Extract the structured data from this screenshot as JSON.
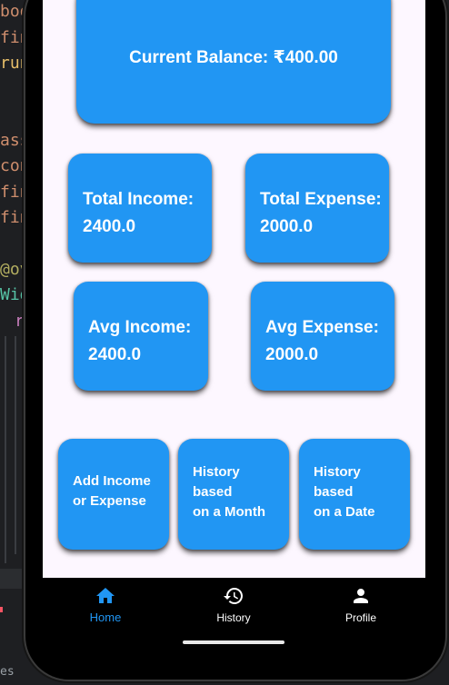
{
  "editor": {
    "lines": [
      {
        "text": "boo",
        "color": "#cf8e6d"
      },
      {
        "text": "fin",
        "color": "#cf8e6d"
      },
      {
        "text": "run",
        "color": "#e8bf6a"
      },
      {
        "text": "ass",
        "color": "#cf8e6d"
      },
      {
        "text": "con",
        "color": "#cf8e6d"
      },
      {
        "text": "fin",
        "color": "#cf8e6d"
      },
      {
        "text": "fin",
        "color": "#cf8e6d"
      },
      {
        "text": "@ov",
        "color": "#b3ae60"
      },
      {
        "text": "Wid",
        "color": "#56c2a5"
      },
      {
        "text": "r",
        "color": "#c77dbb"
      },
      {
        "text": ")",
        "color": "#56a8f5"
      }
    ],
    "bottom_text": "es"
  },
  "balance": {
    "text": "Current Balance: ₹400.00"
  },
  "stats": [
    {
      "label": "Total Income:",
      "value": "2400.0"
    },
    {
      "label": "Total Expense:",
      "value": "2000.0"
    },
    {
      "label": "Avg Income:",
      "value": "2400.0"
    },
    {
      "label": "Avg Expense:",
      "value": "2000.0"
    }
  ],
  "actions": [
    {
      "line1": "Add Income",
      "line2": "or Expense",
      "line3": ""
    },
    {
      "line1": "History",
      "line2": "based",
      "line3": "on a Month"
    },
    {
      "line1": "History",
      "line2": "based",
      "line3": "on a Date"
    }
  ],
  "nav": {
    "items": [
      {
        "label": "Home",
        "icon": "home-icon",
        "active": true
      },
      {
        "label": "History",
        "icon": "history-icon",
        "active": false
      },
      {
        "label": "Profile",
        "icon": "person-icon",
        "active": false
      }
    ]
  },
  "colors": {
    "card": "#2196f3",
    "screen_bg": "#fdf7ff",
    "nav_active": "#2196f3",
    "nav_inactive": "#ffffff",
    "nav_bg": "#000000"
  }
}
